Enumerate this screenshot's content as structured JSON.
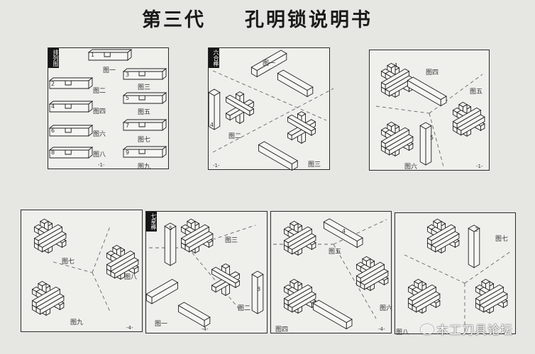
{
  "title": {
    "generation": "第三代",
    "name": "孔明锁说明书"
  },
  "panels": [
    {
      "badge": "排列图",
      "page": "-1-",
      "figures": [
        "图一",
        "图二",
        "图三",
        "图四",
        "图五",
        "图六",
        "图七",
        "图八",
        "图九"
      ],
      "pieces": [
        "1",
        "2",
        "3",
        "4",
        "5",
        "6",
        "7",
        "8",
        "9"
      ]
    },
    {
      "badge": "六合榫",
      "page": "-1-",
      "figures": [
        "图一",
        "图二",
        "图三"
      ],
      "pieces": [
        "4"
      ]
    },
    {
      "badge": "",
      "page": "-1-",
      "figures": [
        "图四",
        "图五",
        "图六"
      ],
      "pieces": [
        "4",
        "5"
      ]
    },
    {
      "badge": "",
      "page": "-4-",
      "figures": [
        "图七",
        "图八",
        "图九"
      ],
      "pieces": []
    },
    {
      "badge": "七星榫",
      "page": "-4-",
      "figures": [
        "图三",
        "图二",
        "图一"
      ],
      "pieces": [
        "5",
        "8"
      ]
    },
    {
      "badge": "",
      "page": "-4-",
      "figures": [
        "图五",
        "图四",
        "图六"
      ],
      "pieces": [
        "4"
      ]
    },
    {
      "badge": "",
      "page": "",
      "figures": [
        "图七",
        "图八"
      ],
      "pieces": [
        "2"
      ]
    }
  ],
  "watermark": "木工刀具论坛"
}
